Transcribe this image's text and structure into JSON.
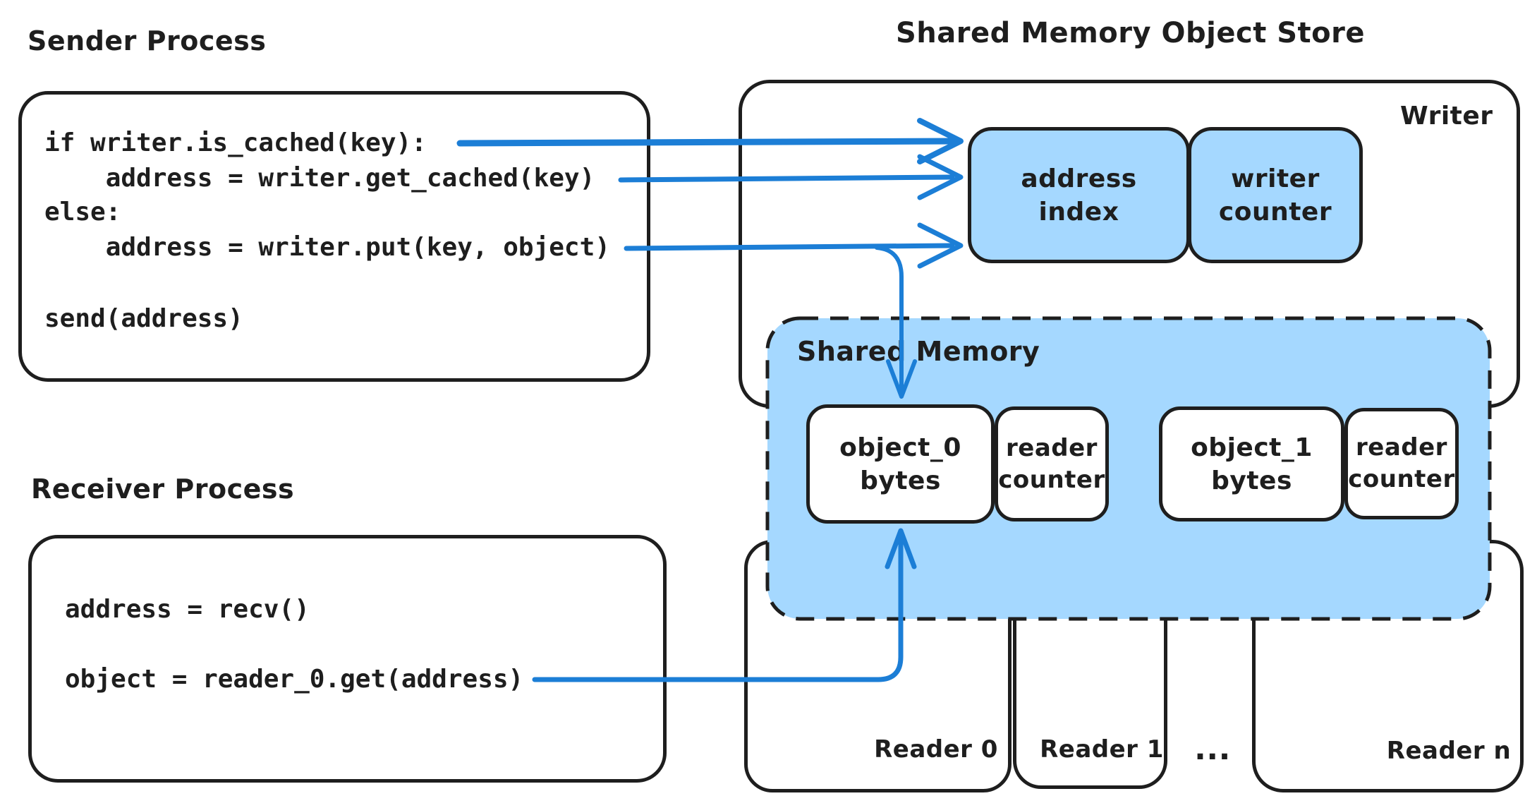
{
  "colors": {
    "ink": "#1e1e1e",
    "arrow_blue": "#1c7ed6",
    "light_blue_fill": "#a5d8ff",
    "background": "#ffffff"
  },
  "sender": {
    "title": "Sender Process",
    "code": [
      "if writer.is_cached(key):",
      "    address = writer.get_cached(key)",
      "else:",
      "    address = writer.put(key, object)",
      "send(address)"
    ]
  },
  "receiver": {
    "title": "Receiver Process",
    "code": [
      "address = recv()",
      "object = reader_0.get(address)"
    ]
  },
  "store": {
    "title": "Shared Memory Object Store",
    "writer_label": "Writer",
    "address_index": "address\nindex",
    "writer_counter": "writer\ncounter"
  },
  "shared_memory": {
    "label": "Shared Memory",
    "slots": [
      {
        "object": "object_0\nbytes",
        "counter": "reader\ncounter"
      },
      {
        "object": "object_1\nbytes",
        "counter": "reader\ncounter"
      }
    ]
  },
  "readers": {
    "reader0": "Reader 0",
    "reader1": "Reader 1",
    "ellipsis": "...",
    "readern": "Reader n"
  }
}
